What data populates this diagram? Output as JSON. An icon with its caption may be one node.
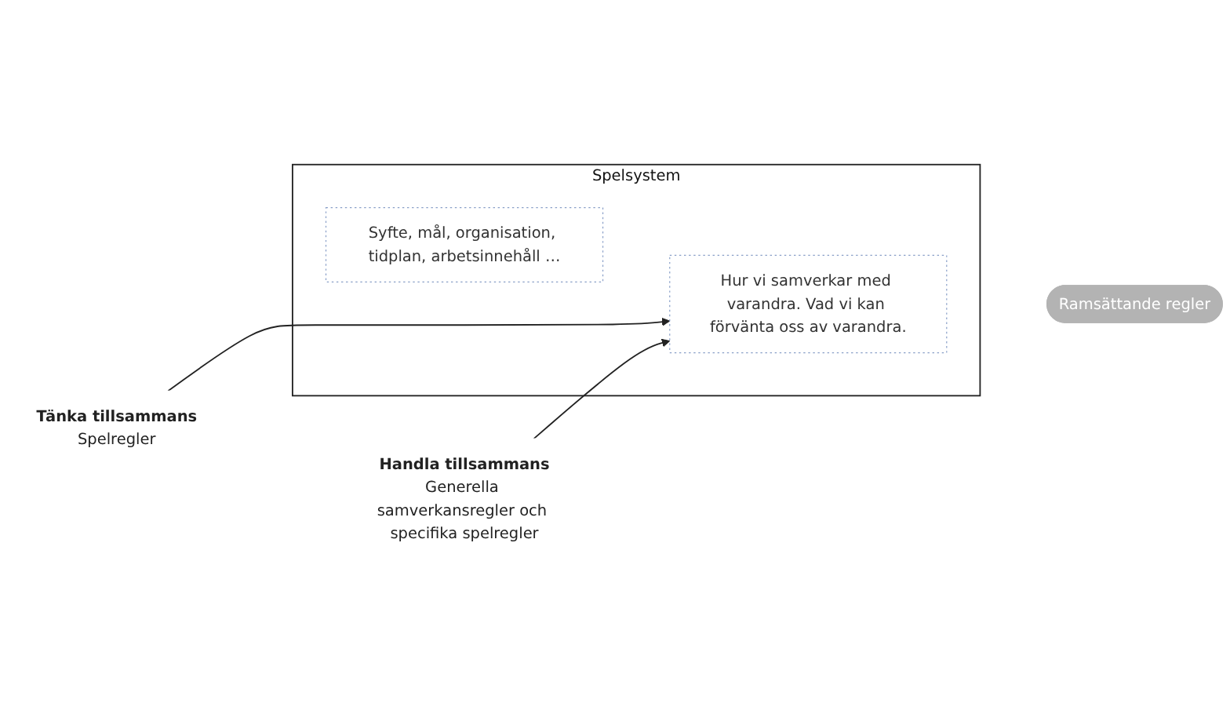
{
  "diagram": {
    "nodes": [
      {
        "text": [
          "Spelsystem"
        ]
      },
      {
        "text": [
          "Syfte, mål, organisation, tidplan, arbetsinnehåll …"
        ],
        "in": 0
      },
      {
        "text": [
          "Hur vi samverkar med varandra. Vad vi kan förvänta oss av varandra."
        ],
        "in": 0
      },
      {
        "text": [
          "Ramsättande regler"
        ]
      },
      {
        "text": [
          "Tänka tillsammans",
          "Spelregler"
        ]
      },
      {
        "text": [
          "Handla tillsammans",
          "Generella samverkansregler och specifika spelregler"
        ]
      }
    ],
    "edges": [
      {
        "from": 4,
        "to": 2,
        "arrow": "to"
      },
      {
        "from": 5,
        "to": 2,
        "arrow": "to"
      }
    ]
  }
}
